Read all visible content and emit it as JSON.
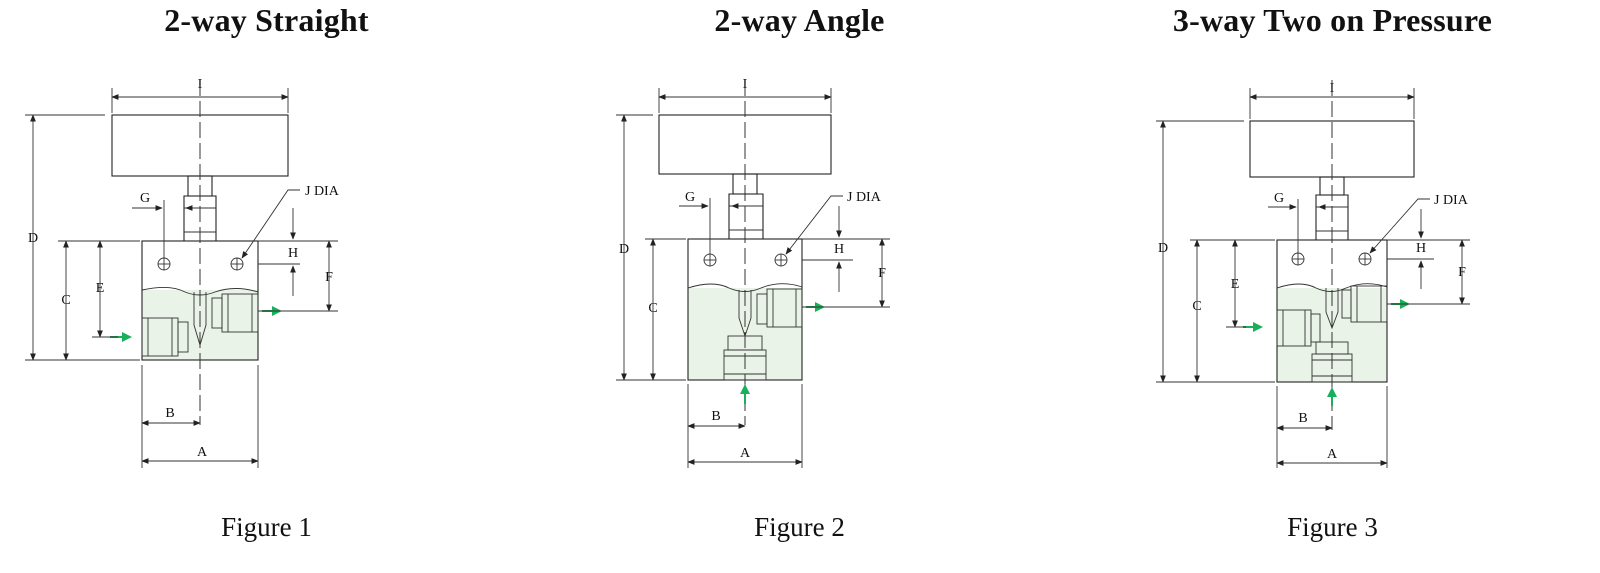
{
  "figures": [
    {
      "title": "2-way Straight",
      "caption": "Figure 1"
    },
    {
      "title": "2-way Angle",
      "caption": "Figure 2"
    },
    {
      "title": "3-way Two on Pressure",
      "caption": "Figure 3"
    }
  ],
  "labels": {
    "A": "A",
    "B": "B",
    "C": "C",
    "D": "D",
    "E": "E",
    "F": "F",
    "G": "G",
    "H": "H",
    "I": "I",
    "J": "J DIA"
  },
  "colors": {
    "flow_arrow": "#19b05a",
    "body_fill": "#eaf3e7",
    "line": "#222222"
  }
}
